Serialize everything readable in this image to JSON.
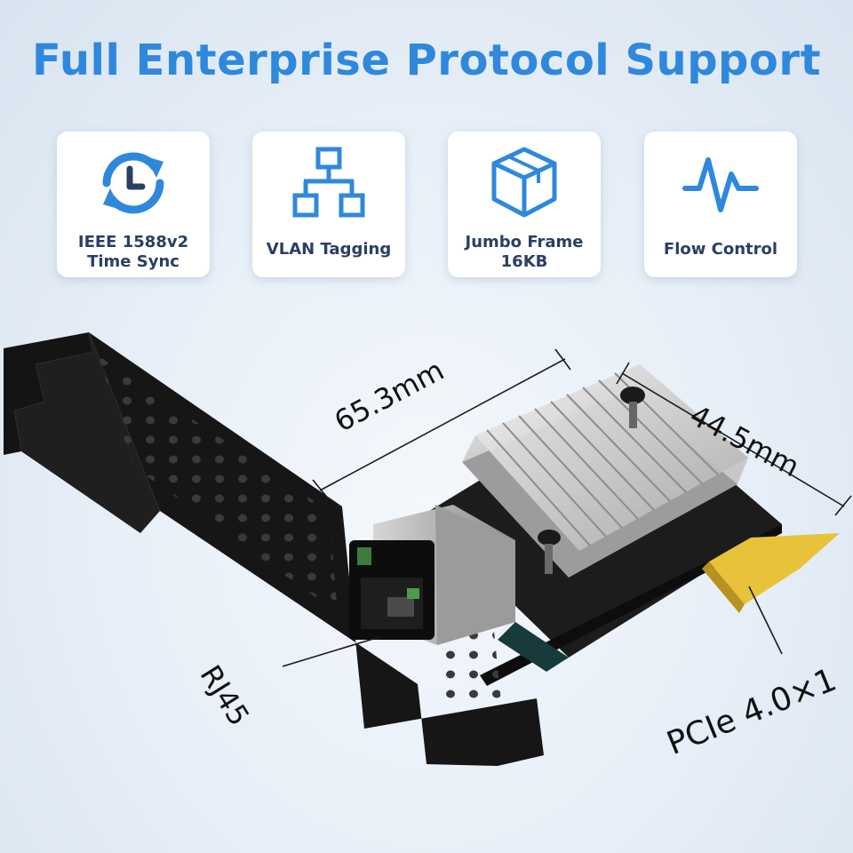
{
  "headline": "Full Enterprise Protocol Support",
  "features": [
    {
      "icon": "clock-sync-icon",
      "line1": "IEEE 1588v2",
      "line2": "Time Sync"
    },
    {
      "icon": "network-tree-icon",
      "line1": "VLAN Tagging",
      "line2": ""
    },
    {
      "icon": "cube-icon",
      "line1": "Jumbo Frame",
      "line2": "16KB"
    },
    {
      "icon": "waveform-icon",
      "line1": "Flow Control",
      "line2": ""
    }
  ],
  "dimensions": {
    "length": "65.3mm",
    "width": "44.5mm",
    "port": "RJ45",
    "interface": "PCIe 4.0×1"
  },
  "colors": {
    "accent": "#2f88dc",
    "card_text": "#2a3f63",
    "bracket": "#141414",
    "pcb": "#1c1c1c",
    "gold": "#e8c33a"
  }
}
